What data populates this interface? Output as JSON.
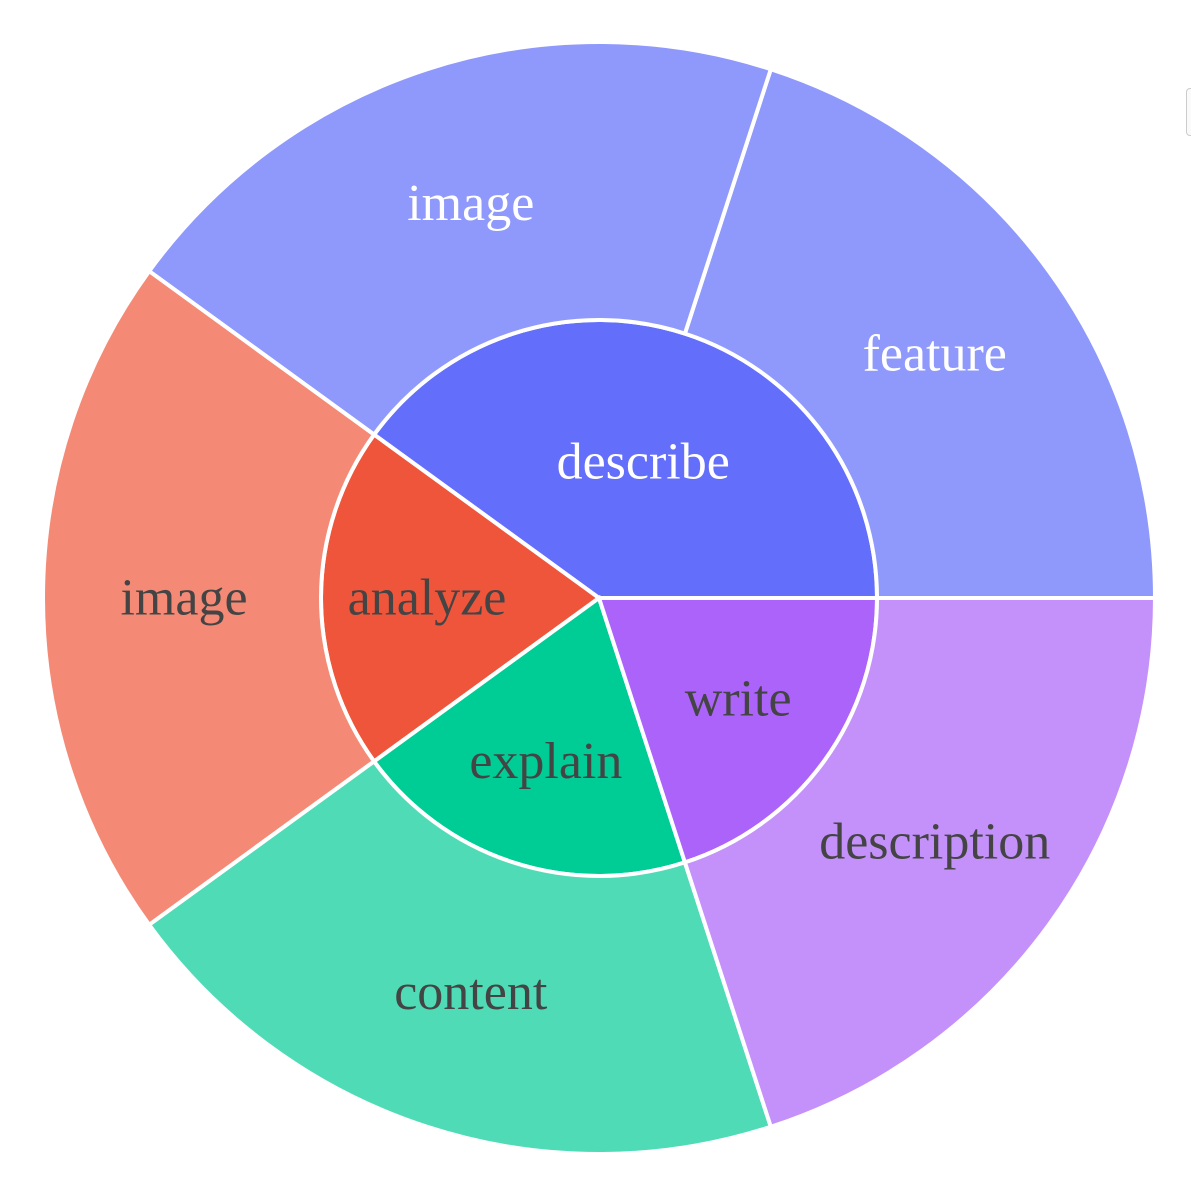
{
  "chart_data": {
    "type": "sunburst",
    "title": "",
    "nodes": [
      {
        "id": "describe",
        "label": "describe",
        "parent": "",
        "value": 2,
        "color": "#636efa",
        "text_color": "#ffffff"
      },
      {
        "id": "analyze",
        "label": "analyze",
        "parent": "",
        "value": 1,
        "color": "#ef553b",
        "text_color": "#444444"
      },
      {
        "id": "explain",
        "label": "explain",
        "parent": "",
        "value": 1,
        "color": "#00cc96",
        "text_color": "#444444"
      },
      {
        "id": "write",
        "label": "write",
        "parent": "",
        "value": 1,
        "color": "#ab63fa",
        "text_color": "#444444"
      },
      {
        "id": "describe/feature",
        "label": "feature",
        "parent": "describe",
        "value": 1,
        "color": "#8f99fb",
        "text_color": "#ffffff"
      },
      {
        "id": "describe/image",
        "label": "image",
        "parent": "describe",
        "value": 1,
        "color": "#8f99fb",
        "text_color": "#ffffff"
      },
      {
        "id": "analyze/image",
        "label": "image",
        "parent": "analyze",
        "value": 1,
        "color": "#f48a76",
        "text_color": "#444444"
      },
      {
        "id": "explain/content",
        "label": "content",
        "parent": "explain",
        "value": 1,
        "color": "#4fdbb6",
        "text_color": "#444444"
      },
      {
        "id": "write/description",
        "label": "description",
        "parent": "write",
        "value": 1,
        "color": "#c491fa",
        "text_color": "#444444"
      }
    ]
  }
}
